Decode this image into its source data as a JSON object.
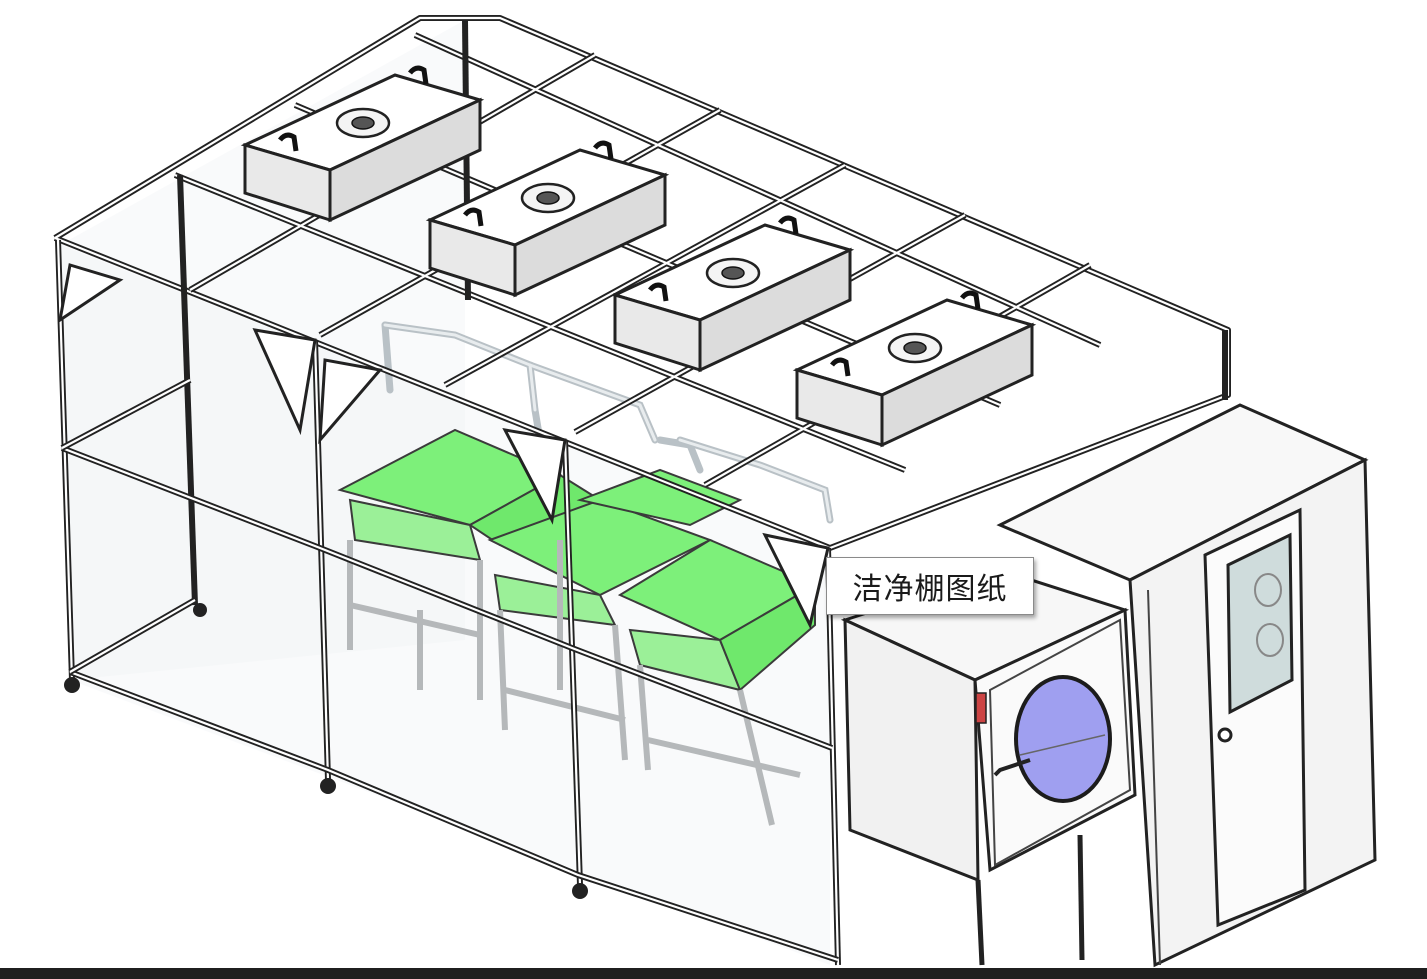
{
  "diagram": {
    "label": "洁净棚图纸",
    "colors": {
      "frame": "#222222",
      "bench_surface": "#7df07a",
      "porthole": "#9f9ff0",
      "window": "#cfdcdc",
      "unit_body": "#f1f1f1"
    },
    "parts": {
      "fan_filter_units": 4,
      "benches": 2
    }
  }
}
